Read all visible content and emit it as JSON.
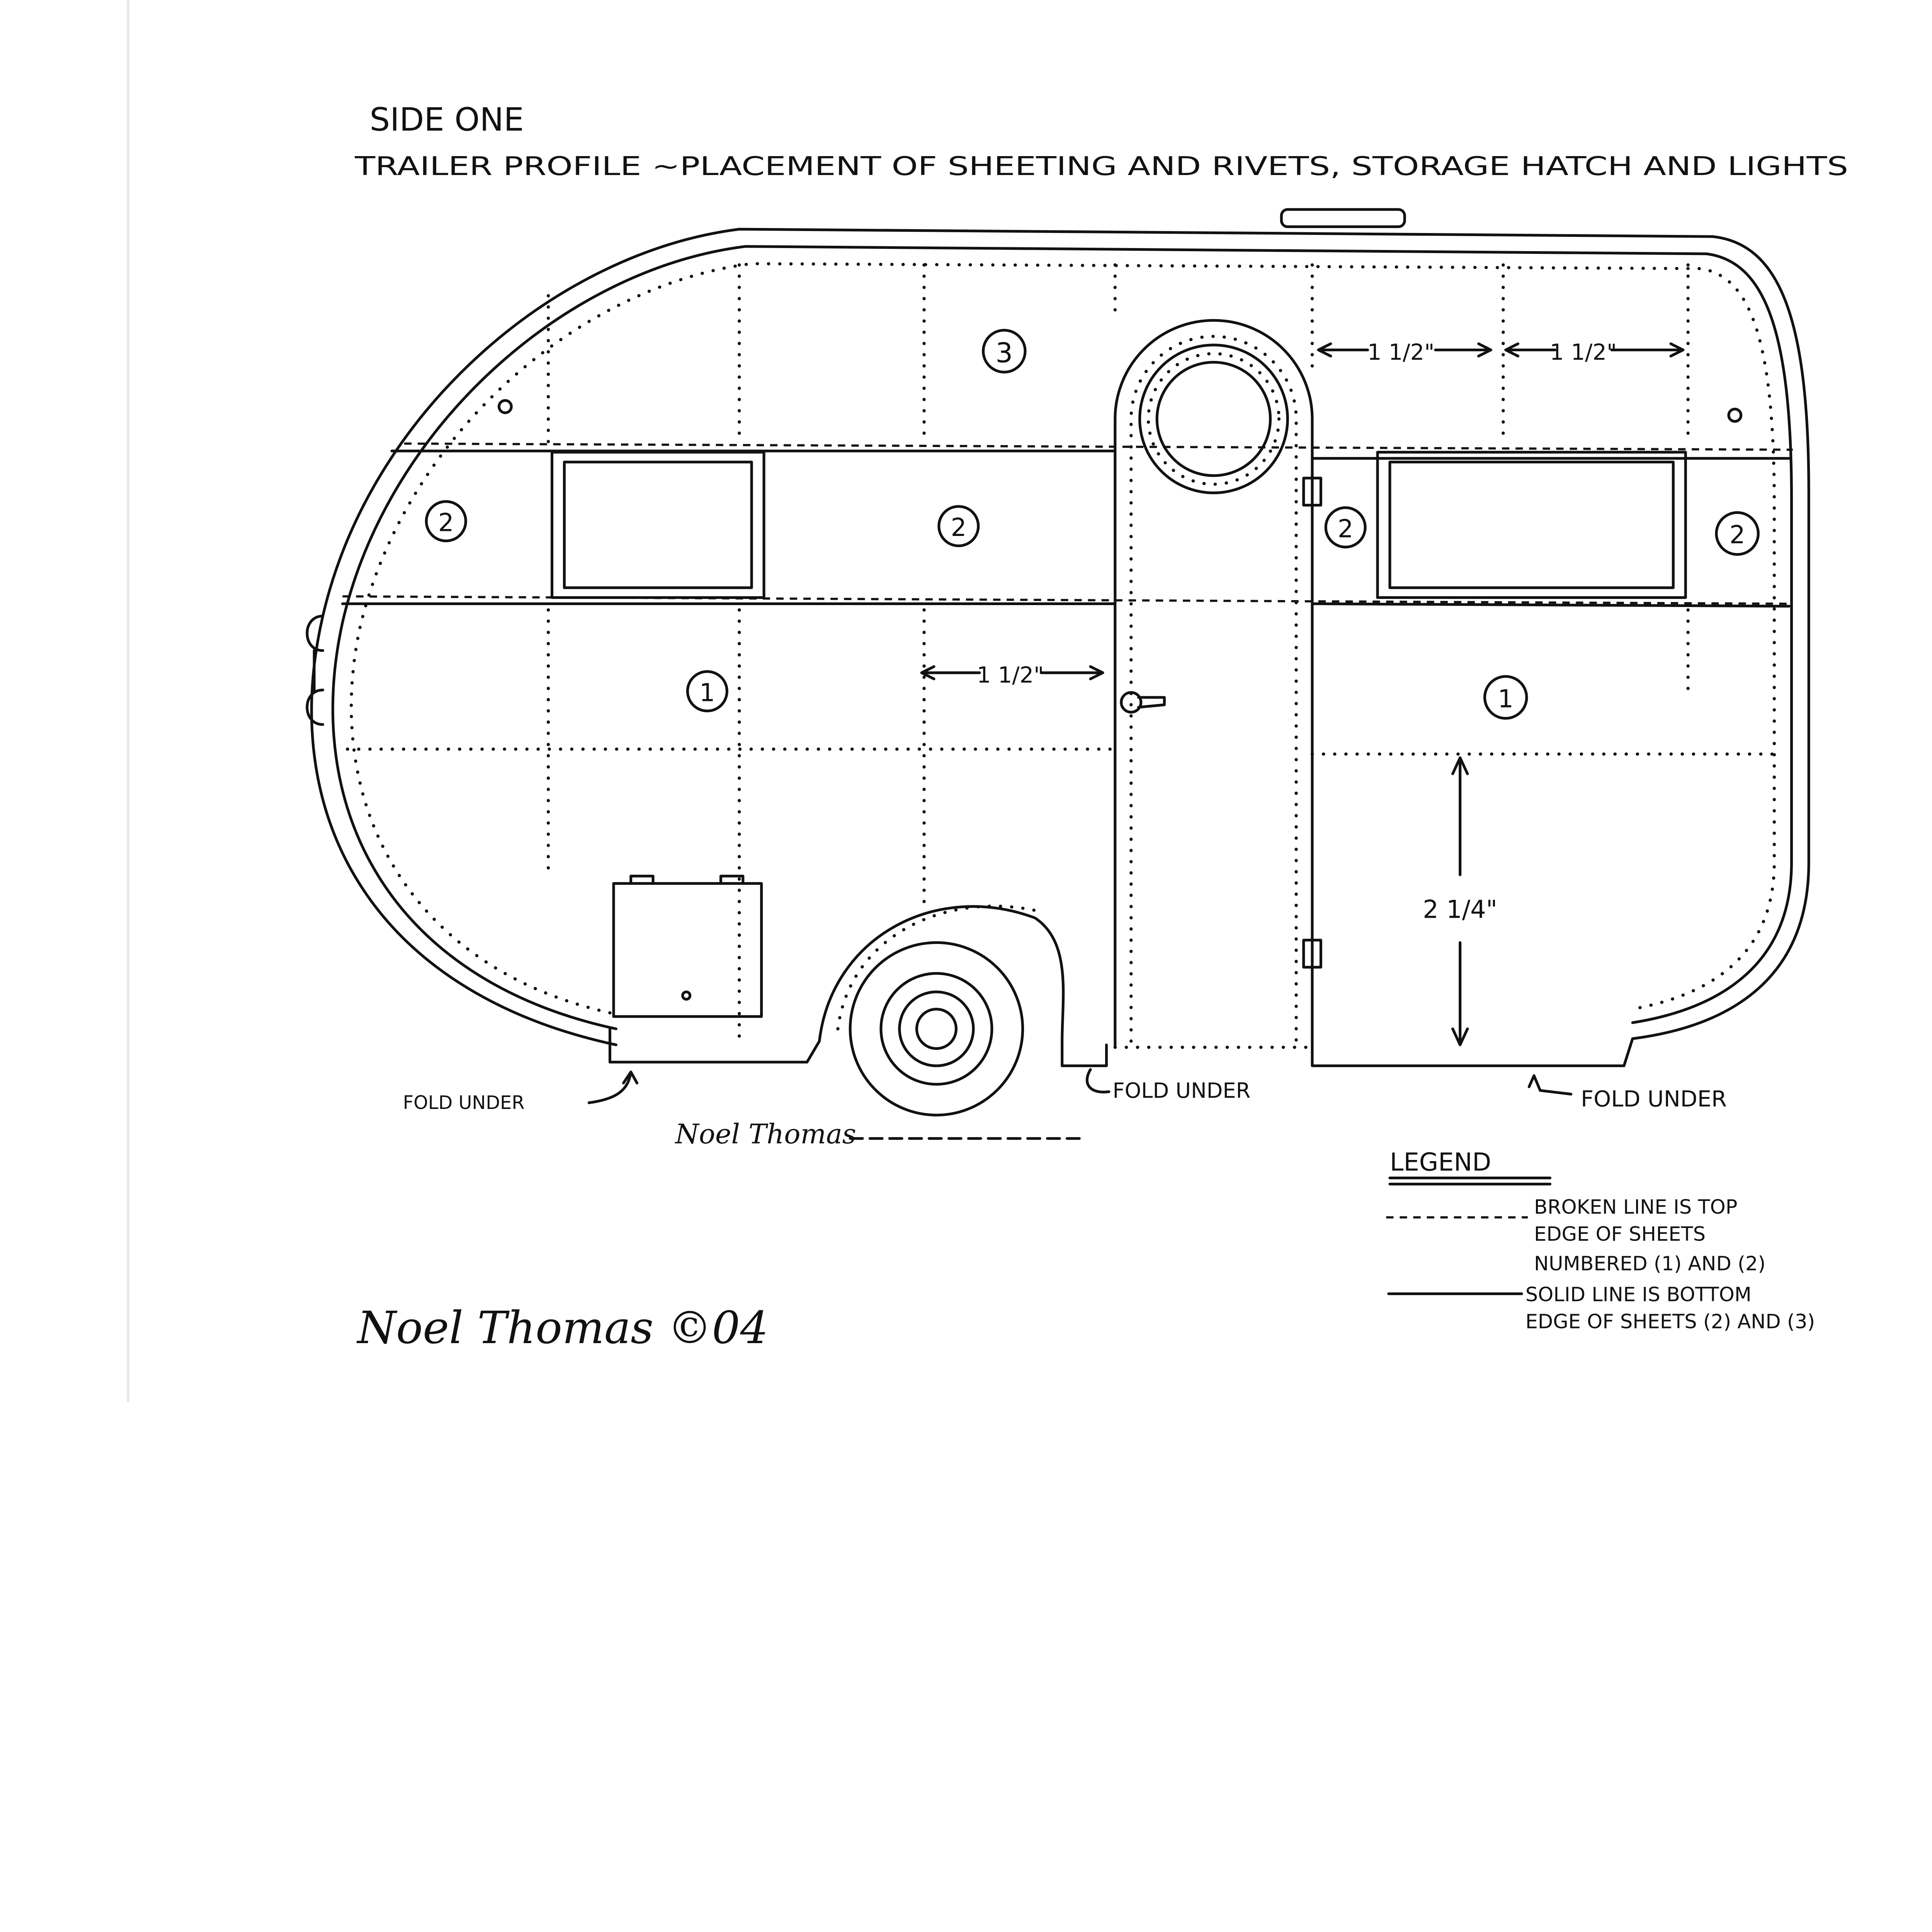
{
  "title": "SIDE ONE",
  "subtitle": "TRAILER PROFILE ~PLACEMENT OF SHEETING AND RIVETS, STORAGE HATCH AND LIGHTS",
  "sheet_labels": {
    "top": "3",
    "middle_front": "2",
    "middle_center": "2",
    "middle_door": "2",
    "middle_rear": "2",
    "lower_front": "1",
    "lower_rear": "1"
  },
  "dimensions": {
    "rivet_spacing_top_a": "1 1/2\"",
    "rivet_spacing_top_b": "1 1/2\"",
    "rivet_spacing_mid": "1 1/2\"",
    "lower_height": "2 1/4\""
  },
  "fold_labels": {
    "front": "FOLD UNDER",
    "middle": "FOLD UNDER",
    "rear": "FOLD UNDER"
  },
  "legend": {
    "title": "LEGEND",
    "broken_line": [
      "BROKEN LINE IS TOP",
      "EDGE OF SHEETS",
      "NUMBERED (1) AND (2)"
    ],
    "solid_line": [
      "SOLID LINE IS BOTTOM",
      "EDGE OF SHEETS (2) AND (3)"
    ]
  },
  "signature": "Noel Thomas ©04",
  "signature_small": "Noel Thomas"
}
